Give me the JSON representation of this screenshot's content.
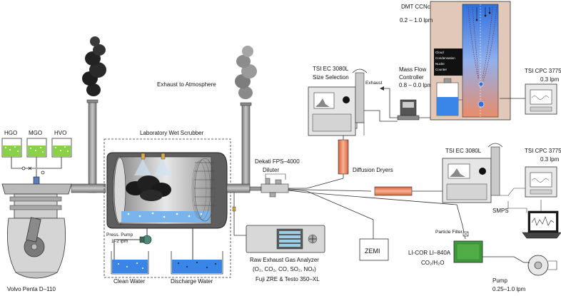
{
  "labels": {
    "dmt_ccnc": "DMT CCNc",
    "dmt_ccnc_flow": "0.2 – 1.0 lpm",
    "ccn_counter_line1": "Cloud",
    "ccn_counter_line2": "Condensation",
    "ccn_counter_line3": "Nuclei",
    "ccn_counter_line4": "Counter",
    "exhaust_atm": "Exhaust to Atmosphere",
    "tsi_ec_size_line1": "TSI EC 3080L",
    "tsi_ec_size_line2": "Size Selection",
    "exhaust": "Exhaust",
    "mfc_line1": "Mass Flow",
    "mfc_line2": "Controller",
    "mfc_flow": "0.8 – 0.0 lpm",
    "tsi_cpc_top": "TSI CPC 3775",
    "tsi_cpc_top_flow": "0.3 lpm",
    "hgo": "HGO",
    "mgo": "MGO",
    "hvo": "HVO",
    "lab_scrubber": "Laboratory  Wet Scrubber",
    "dekati_line1": "Dekati FPS–4000",
    "dekati_line2": "Diluter",
    "diffusion_dryers": "Diffusion Dryers",
    "tsi_ec_bottom": "TSI EC 3080L",
    "tsi_cpc_bottom": "TSI CPC 3775",
    "tsi_cpc_bottom_flow": "0.3 lpm",
    "smps": "SMPS",
    "press_pump_line1": "Press. Pump",
    "press_pump_line2": "1–2 lpm",
    "particle_filter": "Particle Filter",
    "zemi": "ZEMI",
    "licor_line1": "LI-COR  LI–840A",
    "licor_line2": "CO₂/H₂O",
    "raw_exhaust_line1": "Raw Exhaust Gas Analyzer",
    "raw_exhaust_line2": "(O₂, CO₂, CO, SO₂, NOₓ)",
    "raw_exhaust_line3": "Fuji ZRE & Testo 350–XL",
    "volvo": "Volvo Penta D–110",
    "clean_water": "Clean Water",
    "discharge_water": "Discharge Water",
    "pump_line1": "Pump",
    "pump_line2": "0.25–1.0 lpm"
  },
  "colors": {
    "fuel_green": "#8ad14a",
    "water_blue": "#3a86e8",
    "dryer_orange": "#e8794e",
    "ccnc_blue": "#2e6fdc",
    "ccnc_orange": "#e98a6a",
    "licor_green": "#3f9b3a",
    "smoke": "#2a2a2a"
  }
}
